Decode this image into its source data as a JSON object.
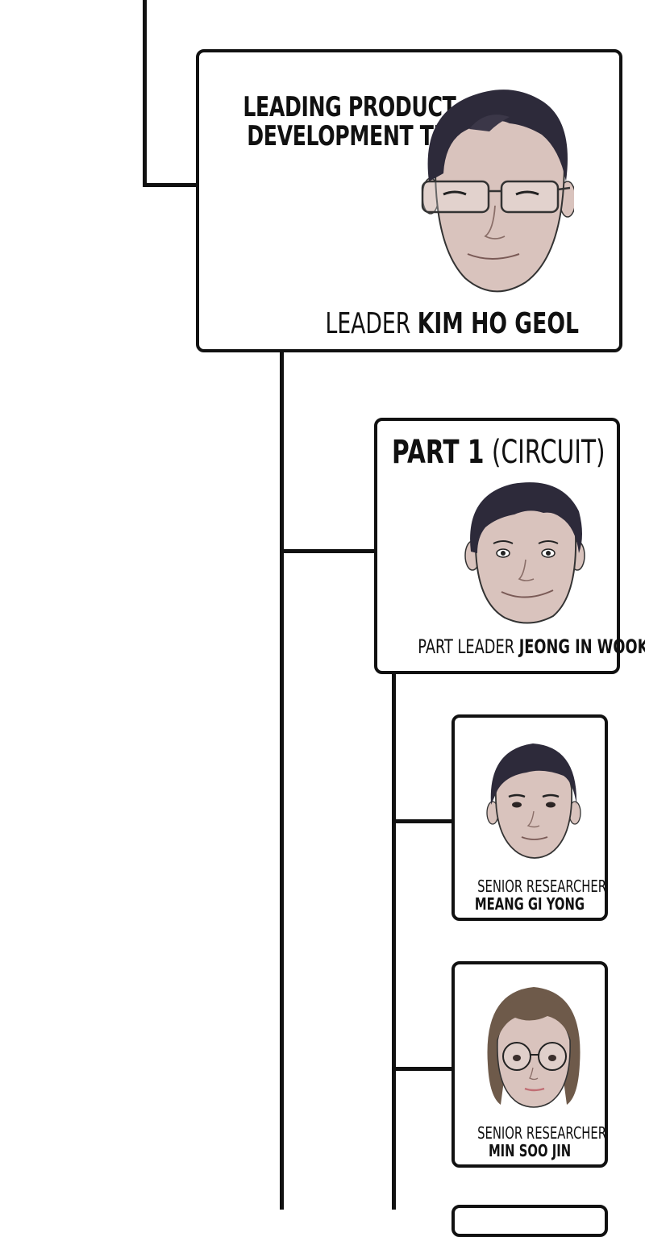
{
  "team": {
    "title_line1": "LEADING PRODUCT",
    "title_line2": "DEVELOPMENT TEAM",
    "leader_role": "LEADER",
    "leader_name": "KIM HO GEOL"
  },
  "part1": {
    "title_num": "PART 1",
    "title_sub": "(CIRCUIT)",
    "leader_role": "PART LEADER",
    "leader_name": "JEONG IN WOOK"
  },
  "members": [
    {
      "role": "SENIOR RESEARCHER",
      "name": "MEANG GI YONG"
    },
    {
      "role": "SENIOR RESEARCHER",
      "name": "MIN SOO JIN"
    }
  ],
  "colors": {
    "line": "#111111",
    "skin": "#d9c3bd",
    "hair_dark": "#2d2a3a",
    "hair_brown": "#6e5a4a"
  }
}
